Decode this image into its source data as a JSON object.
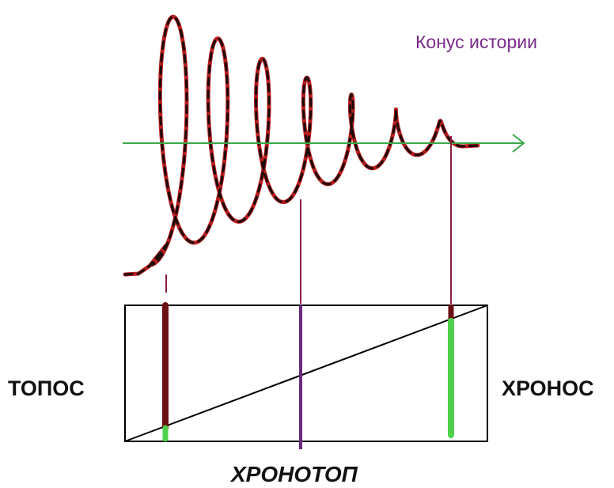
{
  "labels": {
    "cone": "Конус истории",
    "left": "ТОПОС",
    "right": "ХРОНОС",
    "bottom": "ХРОНОТОП"
  },
  "colors": {
    "spiral_front": "#b81d1d",
    "spiral_back": "#1a0a0a",
    "axis": "#3aa84a",
    "cone_label": "#7a2a8a",
    "topos_bar": "#6b0f14",
    "topos_bar_tip": "#4ed24e",
    "chronotop_bar": "#6a2a80",
    "chronos_bar": "#4ed24e",
    "chronos_bar_tip": "#6b0f14",
    "connector": "#8a2040",
    "frame": "#000000"
  },
  "icons": {
    "axis_head": "arrow-right-icon"
  }
}
